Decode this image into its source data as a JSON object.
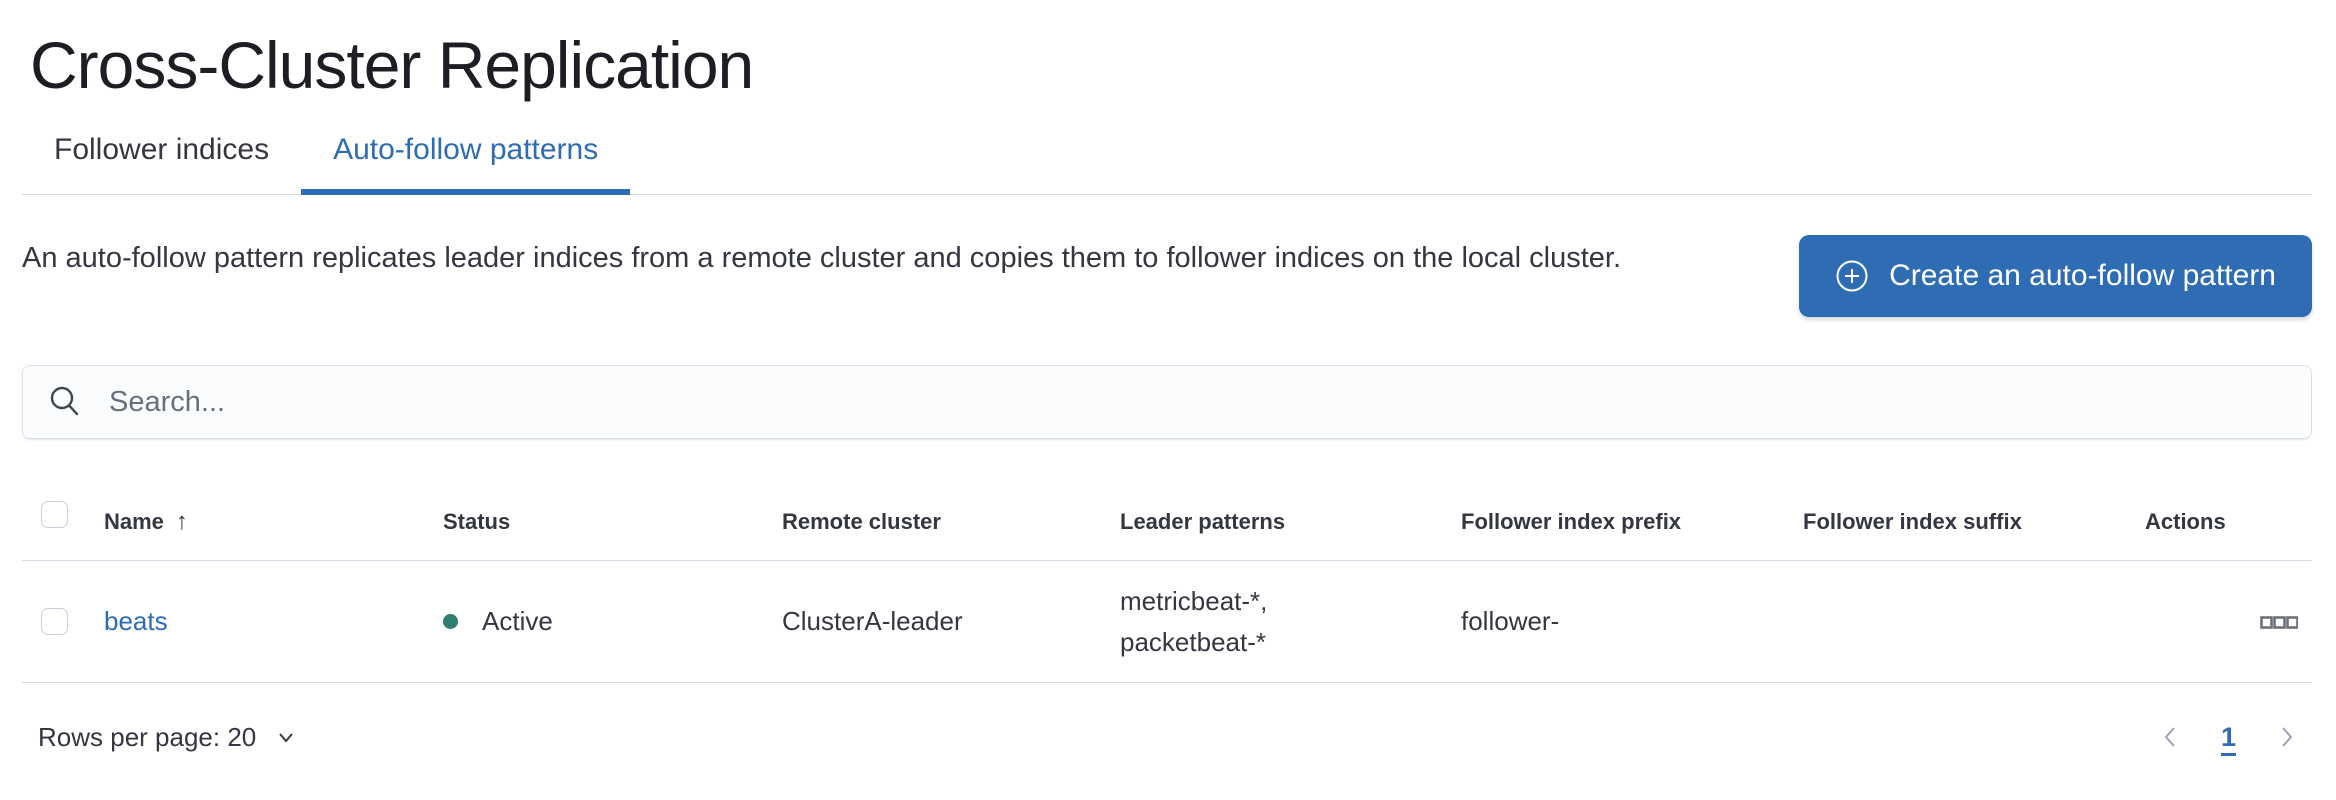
{
  "page": {
    "title": "Cross-Cluster Replication"
  },
  "tabs": [
    {
      "label": "Follower indices",
      "active": false
    },
    {
      "label": "Auto-follow patterns",
      "active": true
    }
  ],
  "intro": {
    "text": "An auto-follow pattern replicates leader indices from a remote cluster and copies them to follower indices on the local cluster.",
    "create_button_label": "Create an auto-follow pattern"
  },
  "search": {
    "placeholder": "Search...",
    "value": ""
  },
  "table": {
    "headers": {
      "name": "Name",
      "status": "Status",
      "remote_cluster": "Remote cluster",
      "leader_patterns": "Leader patterns",
      "follower_index_prefix": "Follower index prefix",
      "follower_index_suffix": "Follower index suffix",
      "actions": "Actions"
    },
    "sort": {
      "column": "Name",
      "direction": "ascending"
    },
    "rows": [
      {
        "name": "beats",
        "status": {
          "label": "Active",
          "color": "#2F7E70"
        },
        "remote_cluster": "ClusterA-leader",
        "leader_patterns_line1": "metricbeat-*,",
        "leader_patterns_line2": "packetbeat-*",
        "follower_index_prefix": "follower-",
        "follower_index_suffix": ""
      }
    ]
  },
  "footer": {
    "rows_per_page_label": "Rows per page: 20",
    "current_page": "1"
  },
  "icons": {
    "sort_ascending": "↑"
  },
  "colors": {
    "accent_blue": "#2E6CB4",
    "status_active_green": "#2F7E70",
    "border_gray": "#D3DAE6",
    "text": "#343741",
    "muted_gray": "#69707D",
    "chevron_gray": "#98A2B3"
  }
}
